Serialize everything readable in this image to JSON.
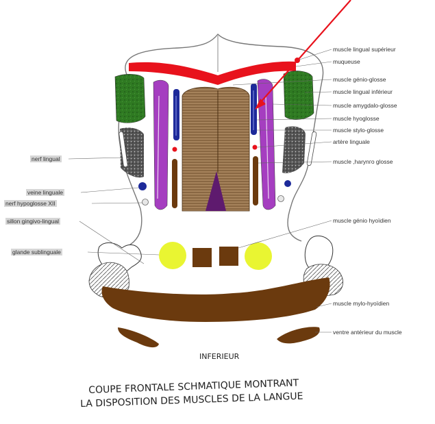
{
  "labels_right": [
    "muscle lingual supérieur",
    "muqueuse",
    "muscle génio-glosse",
    "muscle lingual inférieur",
    "muscle amygdalo-glosse",
    "muscle hyoglosse",
    "muscle stylo-glosse",
    "artère linguale",
    "muscle ,harynго glosse",
    "muscle génio hyoïdien",
    "muscle mylo-hyoïdien",
    "ventre antérieur du muscle"
  ],
  "labels_left": [
    "nerf lingual",
    "veine linguale",
    "nerf hypoglosse XII",
    "sillon gingivo-lingual",
    "glande sublinguale"
  ],
  "bottom_label": "INFERIEUR",
  "caption": {
    "line1": "COUPE FRONTALE SCHMATIQUE MONTRANT",
    "line2": "LA DISPOSITION DES MUSCLES DE LA LANGUE"
  },
  "colors": {
    "red": "#e8121c",
    "green": "#2f7a22",
    "purple": "#a53ec0",
    "blue": "#1d2a9a",
    "brown": "#6b3a0e",
    "striped_brown": "#9d7a52",
    "yellow": "#e9f532",
    "dark_purple": "#5e1a6e"
  }
}
